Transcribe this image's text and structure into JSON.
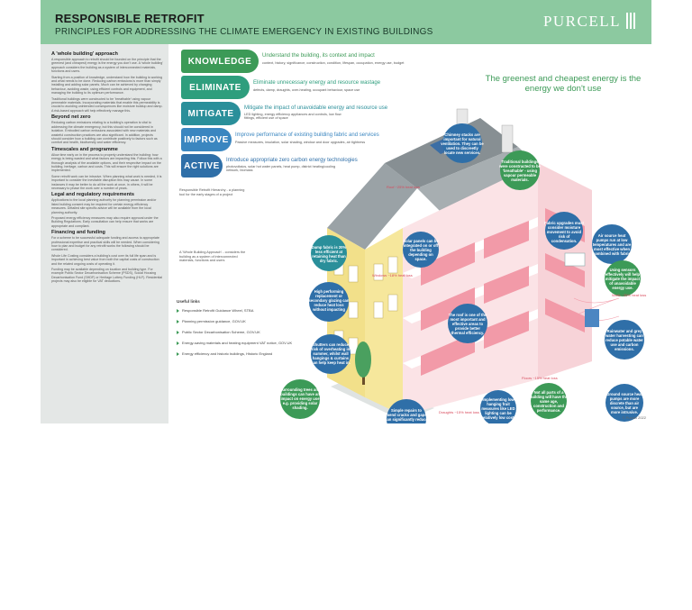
{
  "header": {
    "title": "RESPONSIBLE RETROFIT",
    "subtitle": "PRINCIPLES FOR ADDRESSING THE CLIMATE EMERGENCY IN EXISTING BUILDINGS",
    "logo": "PURCELL"
  },
  "left": {
    "s1_title": "A 'whole building' approach",
    "s1_p1": "A responsible approach to retrofit should be founded on the principle that the greenest (and cheapest) energy is the energy you don't use. A 'whole building' approach considers the building as a system of interconnected materials, functions and users.",
    "s1_p2": "Starting from a position of knowledge, understand how the building is working and what needs to be done. Reducing carbon emissions is more than simply installing and adding solar panels. Much can be achieved by changing behaviour, avoiding waste, using efficient controls and equipment, and managing the building to its optimum performance.",
    "s1_p3": "Traditional buildings were constructed to be 'breathable' using vapour permeable materials. Incorporating materials that enable this permeability is crucial to avoiding unintended consequences like moisture buildup and damp. A risk-based approach will help effectively manage this.",
    "s2_title": "Beyond net zero",
    "s2_p1": "Reducing carbon emissions relating to a building's operation is vital to addressing the climate emergency, but this should not be considered in isolation. Embodied carbon emissions associated with new materials and wasteful construction practices are also significant. In addition, projects should consider how a building can contribute positively to factors such as comfort and health, biodiversity and water efficiency.",
    "s3_title": "Timescales and programme",
    "s3_p1": "Allow time early on in the process to properly understand the building: how energy is being wasted and what factors are impacting this. Follow this with a thorough analysis of the available options, and their respective impact on the building, heritage, carbon and costs. This will ensure the right solutions are implemented.",
    "s3_p2": "Some retrofit work can be intrusive. When planning what work is needed, it is important to consider the inevitable disruption this may cause. In some instances it may be better to do all the work at once, in others, it will be necessary to phase the work over a number of years.",
    "s4_title": "Legal and regulatory requirements",
    "s4_p1": "Applications to the local planning authority for planning permission and/or listed building consent may be required for certain energy efficiency measures. Detailed site specific advice will be available from the local planning authority.",
    "s4_p2": "Proposed energy efficiency measures may also require approval under the Building Regulations. Early consultation can help ensure that works are appropriate and compliant.",
    "s5_title": "Financing and funding",
    "s5_p1": "For a scheme to be successful adequate funding and access to appropriate professional expertise and practical skills will be needed. When considering how to plan and budget for any retrofit works the following should be considered.",
    "s5_p2": "Whole Life Costing considers a building's cost over its full life span and is important in achieving best value from both the capital costs of construction and the related ongoing costs of operating it.",
    "s5_p3": "Funding may be available depending on location and building type. For example Public Sector Decarbonisation Scheme (PSDS), Social Housing Decarbonisation Fund (SHDF) or Heritage Lottery Funding (HLF). Residential projects may also be eligible for VAT deductions."
  },
  "hierarchy": [
    {
      "label": "KNOWLEDGE",
      "desc": "Understand the building, its context and impact",
      "sub": "context, history, significance, construction, condition, lifespan, occupation, energy use, budget",
      "color": "#3c9a57"
    },
    {
      "label": "ELIMINATE",
      "desc": "Eliminate unnecessary energy and resource wastage",
      "sub": "defects, damp, draughts, over-heating, occupant behaviour, space use",
      "color": "#2e9e7d"
    },
    {
      "label": "MITIGATE",
      "desc": "Mitigate the impact of unavoidable energy and resource use",
      "sub": "LED lighting, energy efficiency appliances and controls, low flow fittings, efficient use of space",
      "color": "#2a8f9a"
    },
    {
      "label": "IMPROVE",
      "desc": "Improve performance of existing building fabric and services",
      "sub": "Passive measures, insulation, solar shading, window and door upgrades, air tightness",
      "color": "#3a86c0"
    },
    {
      "label": "ACTIVE",
      "desc": "Introduce appropriate zero carbon energy technologies",
      "sub": "photovoltaics, solar hot water panels, heat pump, district heating/cooling network, biomass",
      "color": "#2f6fa8"
    }
  ],
  "slogan": "The greenest and cheapest energy is the energy we don't use",
  "notes": {
    "hierarchy_note": "Responsible Retrofit Hierarchy - a planning tool for the early stages of a project",
    "whole_note": "A 'Whole Building Approach' - considers the building as a system of interconnected materials, functions and users"
  },
  "heat": {
    "roof": "Roof ~25% heat loss",
    "windows": "Windows ~18% heat loss",
    "walls": "Walls ~35% heat loss",
    "floors": "Floors ~15% heat loss",
    "draughts": "Draughts ~15% heat loss"
  },
  "bubbles": {
    "chimney": "Chimney stacks are important for natural ventilation. They can be used to discreetly locate new services.",
    "breathable": "Traditional buildings were constructed to be 'breathable' - using vapour permeable materials.",
    "solar": "Solar panels can be integrated on or off the building depending on space.",
    "damp": "Damp fabric is 20% less efficient at retaining heat than dry fabric.",
    "fabric": "Fabric upgrades must consider moisture movement to avoid risk of condensation.",
    "airsource": "Air source heat pumps run at low temperatures and are most effective when combined with fabric upgrades.",
    "glazing": "High performing replacement or secondary glazing can reduce heat loss without impacting heritage.",
    "roofins": "The roof is one of the most important and effective areas to provide better thermal efficiency.",
    "controls": "Using sensors effectively will help mitigate the impact of unavoidable energy use.",
    "shutters": "Shutters can reduce risk of overheating in summer, whilst wall hangings & curtains can help keep heat in.",
    "rainwater": "Rainwater and grey water harvesting can reduce potable water use and carbon emissions.",
    "trees": "Surrounding trees and buildings can have an impact on energy use e.g. providing solar shading.",
    "notall": "Not all parts of a building will have the same age, construction and performance.",
    "ground": "Ground source heat pumps are more discrete than air source, but are more intrusive.",
    "led": "Implementing low hanging fruit measures like LED lighting can be relatively low cost.",
    "repairs": "Simple repairs to mend cracks and gaps can significantly reduce heat loss through infiltration or draughts."
  },
  "links": {
    "title": "Useful links",
    "items": [
      "Responsible Retrofit Guidance Wheel, STBA",
      "Planning permission guidance, GOV.UK",
      "Public Sector Decarbonisation Scheme, GOV.UK",
      "Energy-saving materials and heating equipment VAT notice, GOV.UK",
      "Energy efficiency and historic buildings, Historic England"
    ]
  },
  "copyright": "© Purcell 2022"
}
